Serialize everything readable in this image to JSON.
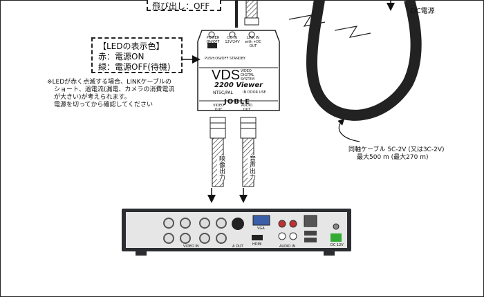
{
  "top_callout": {
    "text": "飛び出し：OFF"
  },
  "led_box": {
    "title": "【LEDの表示色】",
    "line_red": "赤：電源ON",
    "line_green": "緑：電源OFF(待機)"
  },
  "note": {
    "line1": "※LEDが赤く点滅する場合、LINKケーブルの",
    "line2": "ショート、過電流(漏電、カメラの消費電流",
    "line3": "が大きい)が考えられます。",
    "line4": "電源を切ってから確認してください"
  },
  "dc_label": "DC電源",
  "device": {
    "power_label": "POWER ON/OFF",
    "dcin_label": "DC IN 12V/24V",
    "link_label": "LINK IN with +DC OUT",
    "pushbutton_label": "PUSH:ON/OFF STANDBY",
    "logo_vds": "VDS",
    "vds_sub1": "VIDEO",
    "vds_sub2": "DIGITAL",
    "vds_sub3": "SYSTEM",
    "model": "2200 Viewer",
    "ntsc": "NTSC/PAL",
    "indoor": "IN DOOR USE",
    "brand": "JOBLE",
    "video_out": "VIDEO OUT",
    "audio_out": "AUDIO OUT"
  },
  "cable_note": {
    "line1": "同軸ケーブル 5C-2V (又は3C-2V)",
    "line2": "最大500 m (最大270 m)"
  },
  "video_output_label": "映像出力",
  "audio_output_label": "音声出力",
  "dvr": {
    "video_in": "VIDEO IN",
    "a_out": "A OUT",
    "vga": "VGA",
    "hdmi": "HDMI",
    "audio_in": "AUDIO IN",
    "dc12v": "DC 12V"
  },
  "colors": {
    "line": "#222222",
    "coax_fill": "#ffffff",
    "dvr_body": "#2b2d31",
    "dvr_panel": "#e6e6e6"
  }
}
